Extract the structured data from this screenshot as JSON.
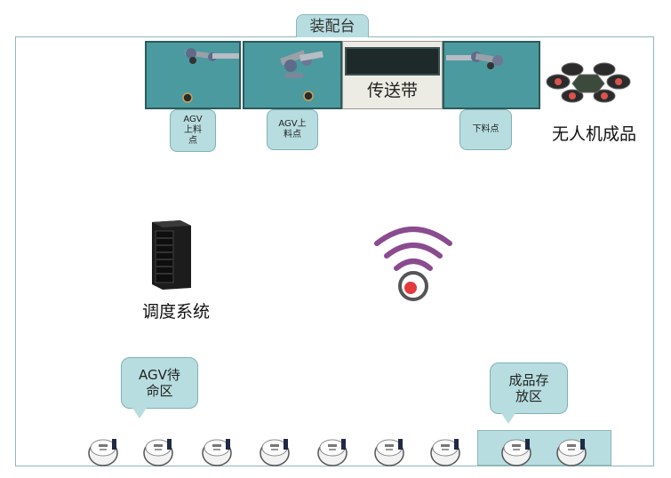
{
  "title": "装配台",
  "conveyor_label": "传送带",
  "labels": {
    "agv_load_1": "AGV\n上料\n点",
    "agv_load_2": "AGV上\n料点",
    "unload": "下料点",
    "drone_product": "无人机成品",
    "dispatch_system": "调度系统",
    "agv_standby": "AGV待\n命区",
    "product_storage": "成品存\n放区"
  },
  "colors": {
    "cell": "#4b9aa0",
    "tag": "#b7dde0",
    "wifi": "#8a4b8f",
    "frame": "#8fb7b9"
  },
  "icons": {
    "robot_arm": "robot-arm-icon",
    "drone": "drone-icon",
    "server": "server-rack-icon",
    "wifi": "wifi-signal-icon",
    "agv": "agv-robot-icon"
  }
}
